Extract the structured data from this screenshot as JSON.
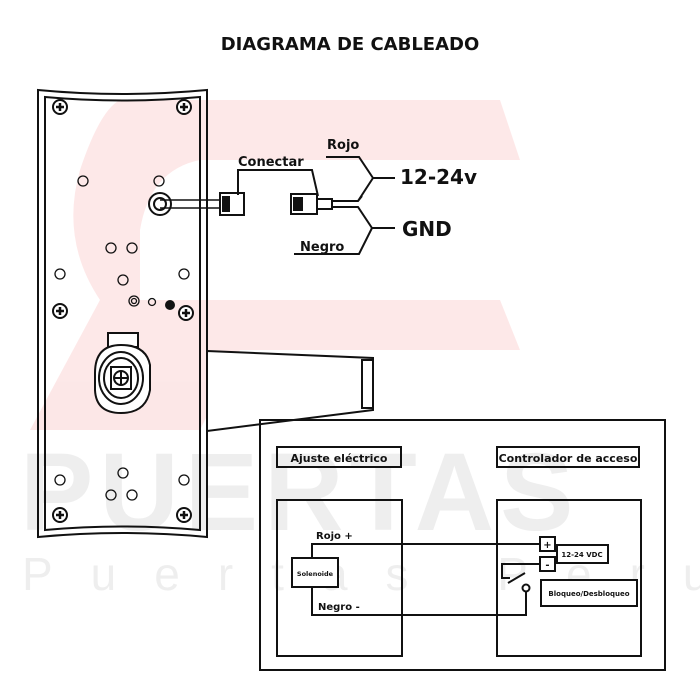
{
  "title": "DIAGRAMA DE CABLEADO",
  "watermark": {
    "logo": "PF",
    "brand": "PUERTAS",
    "sub": "Puertas Peru",
    "color": "#e8201c"
  },
  "lock": {
    "connect_label": "Conectar",
    "red_label": "Rojo",
    "black_label": "Negro",
    "voltage_label": "12-24v",
    "ground_label": "GND"
  },
  "schematic": {
    "left_title": "Ajuste eléctrico",
    "right_title": "Controlador de acceso",
    "red_wire": "Rojo +",
    "black_wire": "Negro -",
    "solenoid": "Solenoide",
    "plus": "+",
    "minus": "-",
    "power": "12-24 VDC",
    "lock_unlock": "Bloqueo/Desbloqueo"
  }
}
